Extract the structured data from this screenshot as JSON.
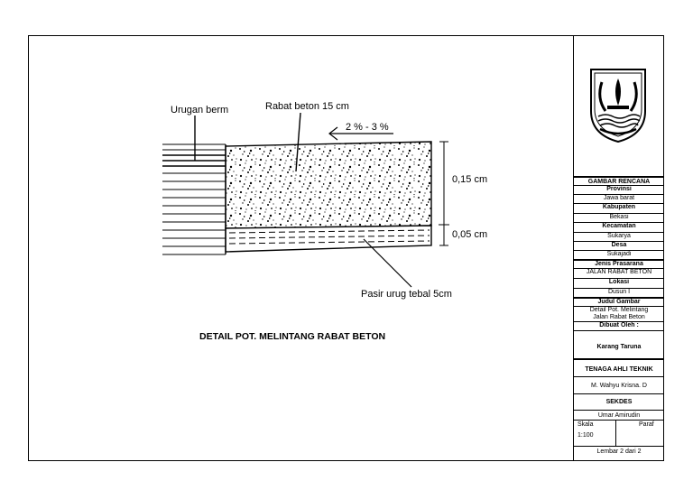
{
  "drawing": {
    "label_berm": "Urugan berm",
    "label_rabat": "Rabat beton 15 cm",
    "label_slope": "2 % - 3 %",
    "dim_top": "0,15 cm",
    "dim_bottom": "0,05 cm",
    "label_pasir": "Pasir urug tebal 5cm",
    "title": "DETAIL POT. MELINTANG RABAT BETON"
  },
  "titleblock": {
    "heading": "GAMBAR RENCANA",
    "provinsi_label": "Provinsi",
    "provinsi_value": "Jawa barat",
    "kabupaten_label": "Kabupaten",
    "kabupaten_value": "Bekasi",
    "kecamatan_label": "Kecamatan",
    "kecamatan_value": "Sukarya",
    "desa_label": "Desa",
    "desa_value": "Sukajadi",
    "jenis_label": "Jenis Prasarana",
    "jenis_value": "JALAN RABAT BETON",
    "lokasi_label": "Lokasi",
    "lokasi_value": "Dusun I",
    "judul_label": "Judul Gambar",
    "judul_value_1": "Detail Pot. Melintang",
    "judul_value_2": "Jalan Rabat Beton",
    "dibuat_label": "Dibuat Oleh :",
    "dibuat_value": "Karang Taruna",
    "tenaga_label": "TENAGA AHLI TEKNIK",
    "tenaga_value": "M. Wahyu Krisna. D",
    "sekdes_label": "SEKDES",
    "sekdes_value": "Umar Amirudin",
    "skala_label": "Skala",
    "paraf_label": "Paraf",
    "skala_value": "1:100",
    "lembar": "Lembar 2 dari 2"
  }
}
